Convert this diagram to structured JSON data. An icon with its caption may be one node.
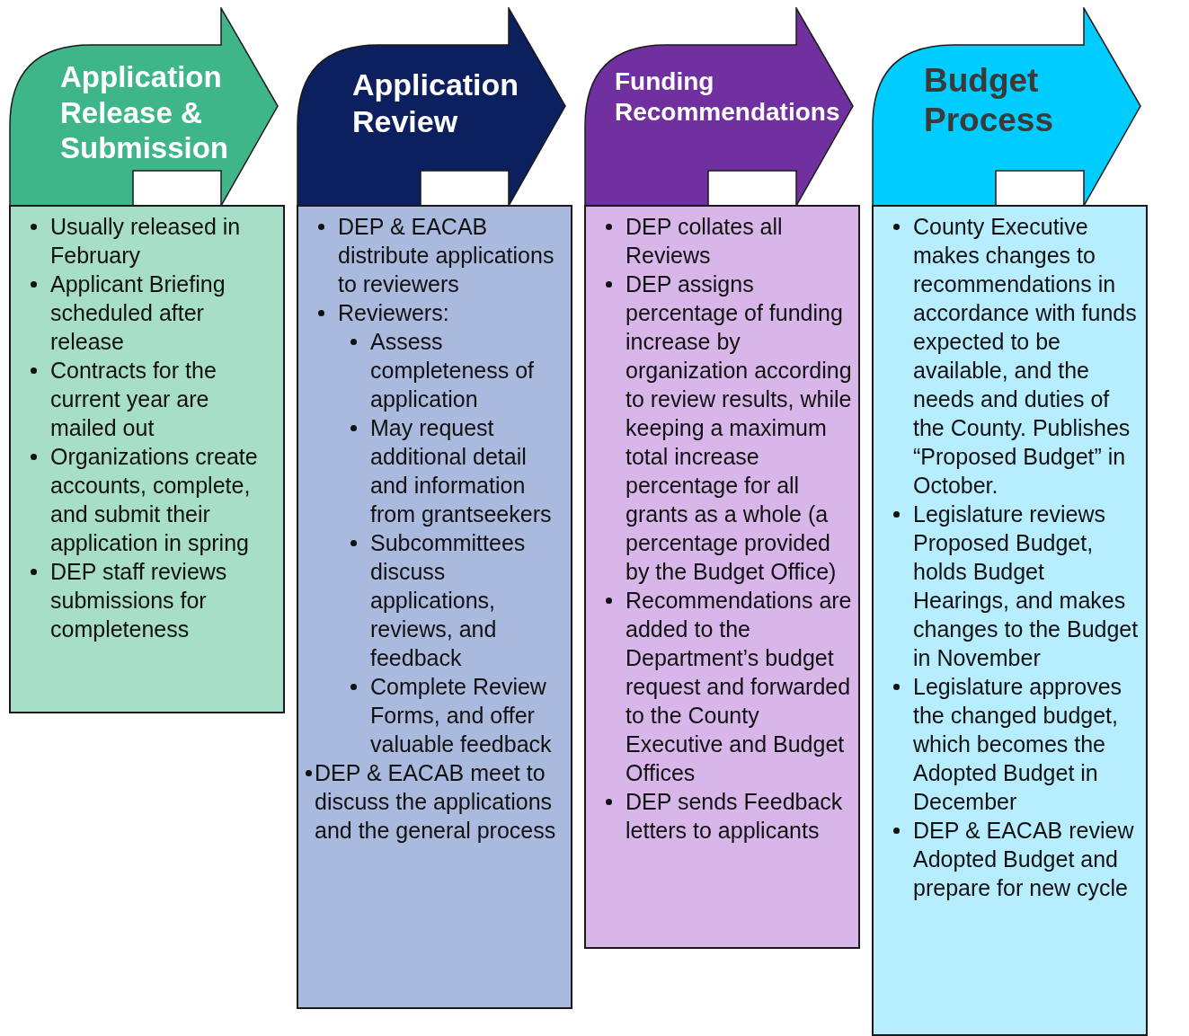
{
  "diagram": {
    "nodes": [
      {
        "text": [
          "Application Release & Submission"
        ]
      },
      {
        "text": [
          "Usually released in February",
          "Applicant Briefing scheduled after release",
          "Contracts for the current year are mailed out",
          "Organizations create accounts, complete, and submit their application in spring",
          "DEP staff reviews submissions for completeness"
        ]
      },
      {
        "text": [
          "Application Review"
        ]
      },
      {
        "text": [
          "DEP & EACAB distribute applications to reviewers",
          "Reviewers:",
          "Assess completeness of application",
          "May request additional detail and information from grantseekers",
          "Subcommittees discuss applications, reviews, and feedback",
          "Complete Review Forms, and offer valuable feedback",
          "DEP & EACAB meet to discuss the applications and the general process"
        ]
      },
      {
        "text": [
          "Funding Recommendations"
        ]
      },
      {
        "text": [
          "DEP collates all Reviews",
          "DEP assigns percentage of funding increase by organization according to review results, while keeping a maximum total increase percentage for all grants as a whole (a percentage provided by the Budget Office)",
          "Recommendations are added to the Department’s budget request and forwarded to the County Executive and Budget Offices",
          "DEP sends Feedback letters to applicants"
        ]
      },
      {
        "text": [
          "Budget Process"
        ]
      },
      {
        "text": [
          "County Executive makes changes to recommendations in accordance with funds expected to be available, and the needs and duties of the County. Publishes “Proposed Budget” in October.",
          "Legislature reviews Proposed Budget, holds Budget Hearings, and makes changes to the Budget in November",
          "Legislature approves the changed budget, which becomes the Adopted Budget in December",
          "DEP & EACAB review Adopted Budget and prepare for new cycle"
        ]
      }
    ]
  }
}
